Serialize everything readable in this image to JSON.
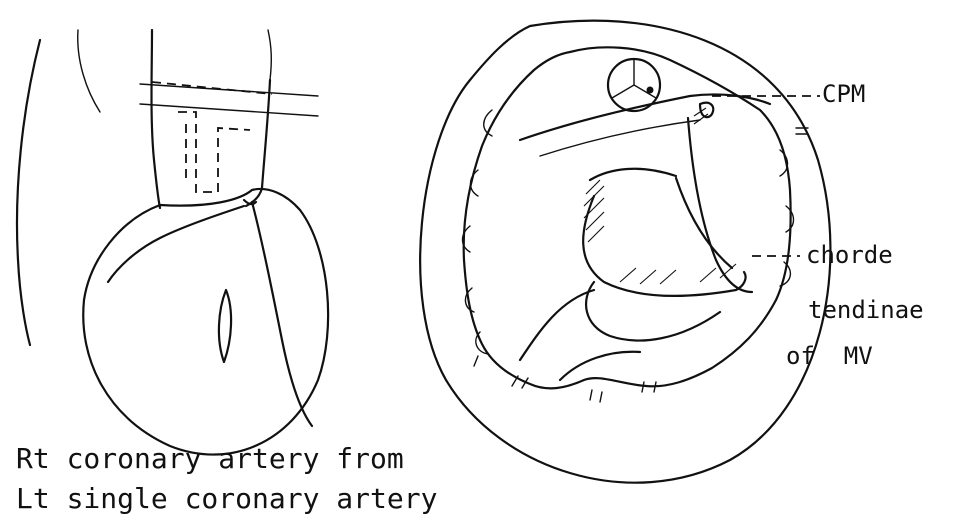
{
  "labels": {
    "cpm": "CPM",
    "chorde_line1": "chorde",
    "chorde_line2": "tendinae",
    "chorde_line3": "of  MV"
  },
  "caption": {
    "line1": "Rt coronary artery from",
    "line2": "Lt single coronary artery"
  },
  "colors": {
    "ink": "#111111",
    "background": "#ffffff"
  }
}
